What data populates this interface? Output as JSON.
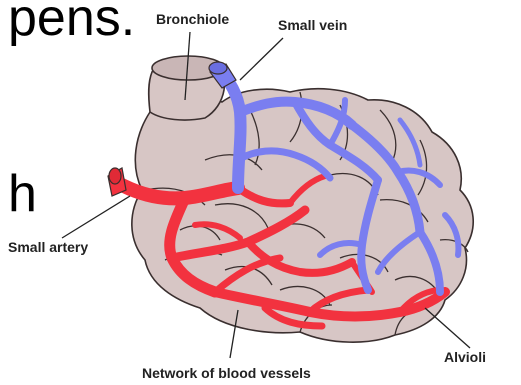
{
  "slide_text": {
    "fragment_top": "pens.",
    "fragment_mid": "h"
  },
  "labels": {
    "bronchiole": "Bronchiole",
    "small_vein": "Small vein",
    "small_artery": "Small artery",
    "alvioli": "Alvioli",
    "network": "Network of blood vessels"
  },
  "colors": {
    "alveoli_fill": "#d7c6c5",
    "outline": "#3a2f2f",
    "artery": "#f2323f",
    "vein": "#7a7ef0"
  }
}
